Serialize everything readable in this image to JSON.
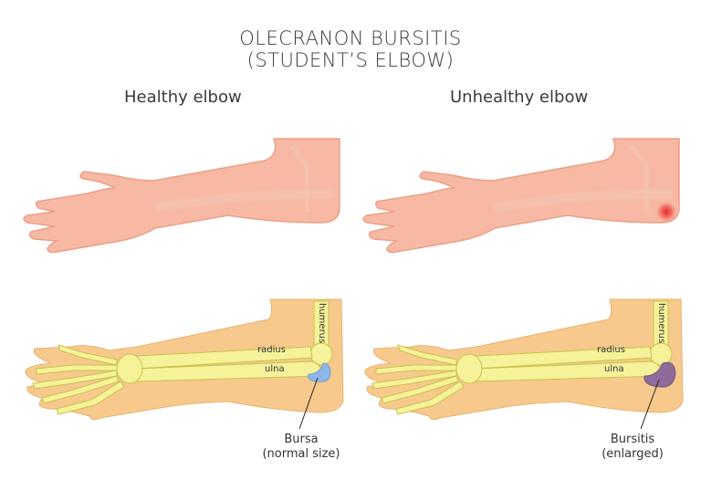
{
  "title": {
    "line1": "OLECRANON BURSITIS",
    "line2": "(STUDENT’S ELBOW)"
  },
  "panels": [
    {
      "heading": "Healthy elbow",
      "bone_labels": {
        "humerus": "humerus",
        "radius": "radius",
        "ulna": "ulna"
      },
      "callout": {
        "line1": "Bursa",
        "line2": "(normal size)"
      },
      "bursa_color": "#8fb6e8",
      "inflammation": false
    },
    {
      "heading": "Unhealthy elbow",
      "bone_labels": {
        "humerus": "humerus",
        "radius": "radius",
        "ulna": "ulna"
      },
      "callout": {
        "line1": "Bursitis",
        "line2": "(enlarged)"
      },
      "bursa_color": "#8e6b98",
      "inflammation": true,
      "inflammation_color": "#e8262a"
    }
  ],
  "colors": {
    "skin": "#f7b9a3",
    "skin_shadow": "#ec9f88",
    "tissue": "#f7c98d",
    "bone": "#f6f29a",
    "bone_outline": "#c8c24a"
  }
}
